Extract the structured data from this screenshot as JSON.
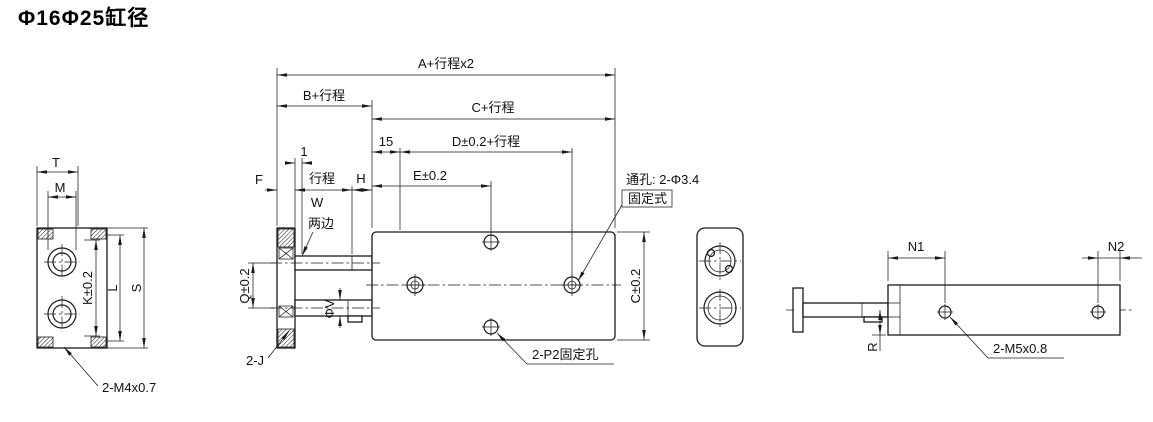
{
  "title": "Φ16Φ25缸径",
  "colors": {
    "line": "#1a1a1a",
    "background": "#ffffff"
  },
  "left_view": {
    "dim_t": "T",
    "dim_m": "M",
    "dim_k": "K±0.2",
    "dim_l": "L",
    "dim_s": "S",
    "thread_note": "2-M4x0.7"
  },
  "front_view": {
    "dim_a": "A+行程x2",
    "dim_b": "B+行程",
    "dim_c": "C+行程",
    "dim_15": "15",
    "dim_d": "D±0.2+行程",
    "dim_e": "E±0.2",
    "dim_1": "1",
    "dim_f": "F",
    "dim_stroke": "行程",
    "dim_h": "H",
    "dim_w": "W",
    "note_both_sides": "两边",
    "note_through_hole": "通孔: 2-Φ3.4",
    "note_fixed_type": "固定式",
    "dim_q": "Q±0.2",
    "dim_v": "ΦV",
    "dim_c2": "C±0.2",
    "note_2j": "2-J",
    "note_p2": "2-P2固定孔"
  },
  "right_view": {
    "dim_n1": "N1",
    "dim_n2": "N2",
    "dim_r": "R",
    "thread_note": "2-M5x0.8"
  }
}
